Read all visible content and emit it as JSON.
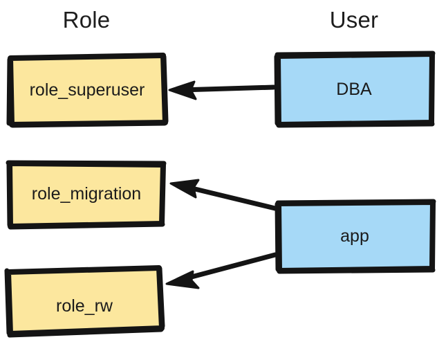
{
  "diagram": {
    "title_columns": [
      {
        "id": "role",
        "label": "Role"
      },
      {
        "id": "user",
        "label": "User"
      }
    ],
    "colors": {
      "role_fill": "#fce79e",
      "user_fill": "#a6d9f7",
      "stroke": "#141414",
      "text": "#1b1b1b",
      "background": "#ffffff"
    },
    "nodes": [
      {
        "id": "role_superuser",
        "label": "role_superuser",
        "type": "role"
      },
      {
        "id": "role_migration",
        "label": "role_migration",
        "type": "role"
      },
      {
        "id": "role_rw",
        "label": "role_rw",
        "type": "role"
      },
      {
        "id": "dba",
        "label": "DBA",
        "type": "user"
      },
      {
        "id": "app",
        "label": "app",
        "type": "user"
      }
    ],
    "edges": [
      {
        "from": "dba",
        "to": "role_superuser",
        "label": ""
      },
      {
        "from": "app",
        "to": "role_migration",
        "label": ""
      },
      {
        "from": "app",
        "to": "role_rw",
        "label": ""
      }
    ]
  }
}
